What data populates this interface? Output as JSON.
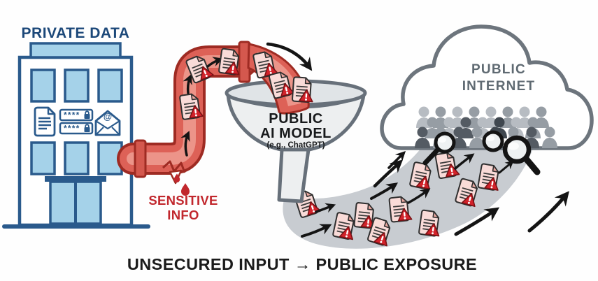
{
  "building": {
    "label": "PRIVATE DATA",
    "password_mask": "****",
    "email_symbol": "@"
  },
  "pipe": {
    "label_line1": "SENSITIVE",
    "label_line2": "INFO"
  },
  "funnel": {
    "label_line1": "PUBLIC",
    "label_line2": "AI MODEL",
    "label_line3": "(e.g., ChatGPT)"
  },
  "cloud": {
    "label_line1": "PUBLIC",
    "label_line2": "INTERNET"
  },
  "caption": {
    "text": "UNSECURED INPUT → PUBLIC EXPOSURE"
  },
  "leak_flow": {
    "pipe_documents": 3,
    "stream_documents": 3,
    "exposed_documents": 10,
    "leak_drops": 2,
    "magnifying_glasses": 3
  },
  "icons": {
    "document": "page with folded corner and text lines",
    "warning": "red triangle with white exclamation mark",
    "password_field": "**** field with padlock",
    "email": "open envelope with @ symbol",
    "person": "person silhouette (crowd)",
    "magnifier": "magnifying glass",
    "drop": "red leaking droplet",
    "arrow": "black curved flow arrow"
  },
  "colors": {
    "bg": "#fefefe",
    "navy": "#2a5a8c",
    "navy_dark": "#1c4879",
    "window_blue": "#a5d2e9",
    "pipe_red": "#dd6157",
    "pipe_dark": "#9e2b23",
    "pipe_light": "#ec9489",
    "flange": "#d4584e",
    "drop_red": "#c1272d",
    "red_text": "#c1272d",
    "warn_red": "#d2222a",
    "warn_dark": "#7a1114",
    "doc_fill": "#f9dbd8",
    "doc_fold": "#eba9a2",
    "gray_outline": "#67707a",
    "funnel_fill": "#edeff0",
    "funnel_mouth": "#e0e4e7",
    "swoosh": "#c8ccd1",
    "cloud_stroke": "#6d757d",
    "cloud_text": "#5f6a72",
    "caption": "#1b1b1b",
    "arrow_black": "#141414",
    "crowd_light": "#b7bcc2",
    "crowd_mid": "#969da4",
    "crowd_dark": "#545b63",
    "crowd_deep": "#3f474f"
  }
}
